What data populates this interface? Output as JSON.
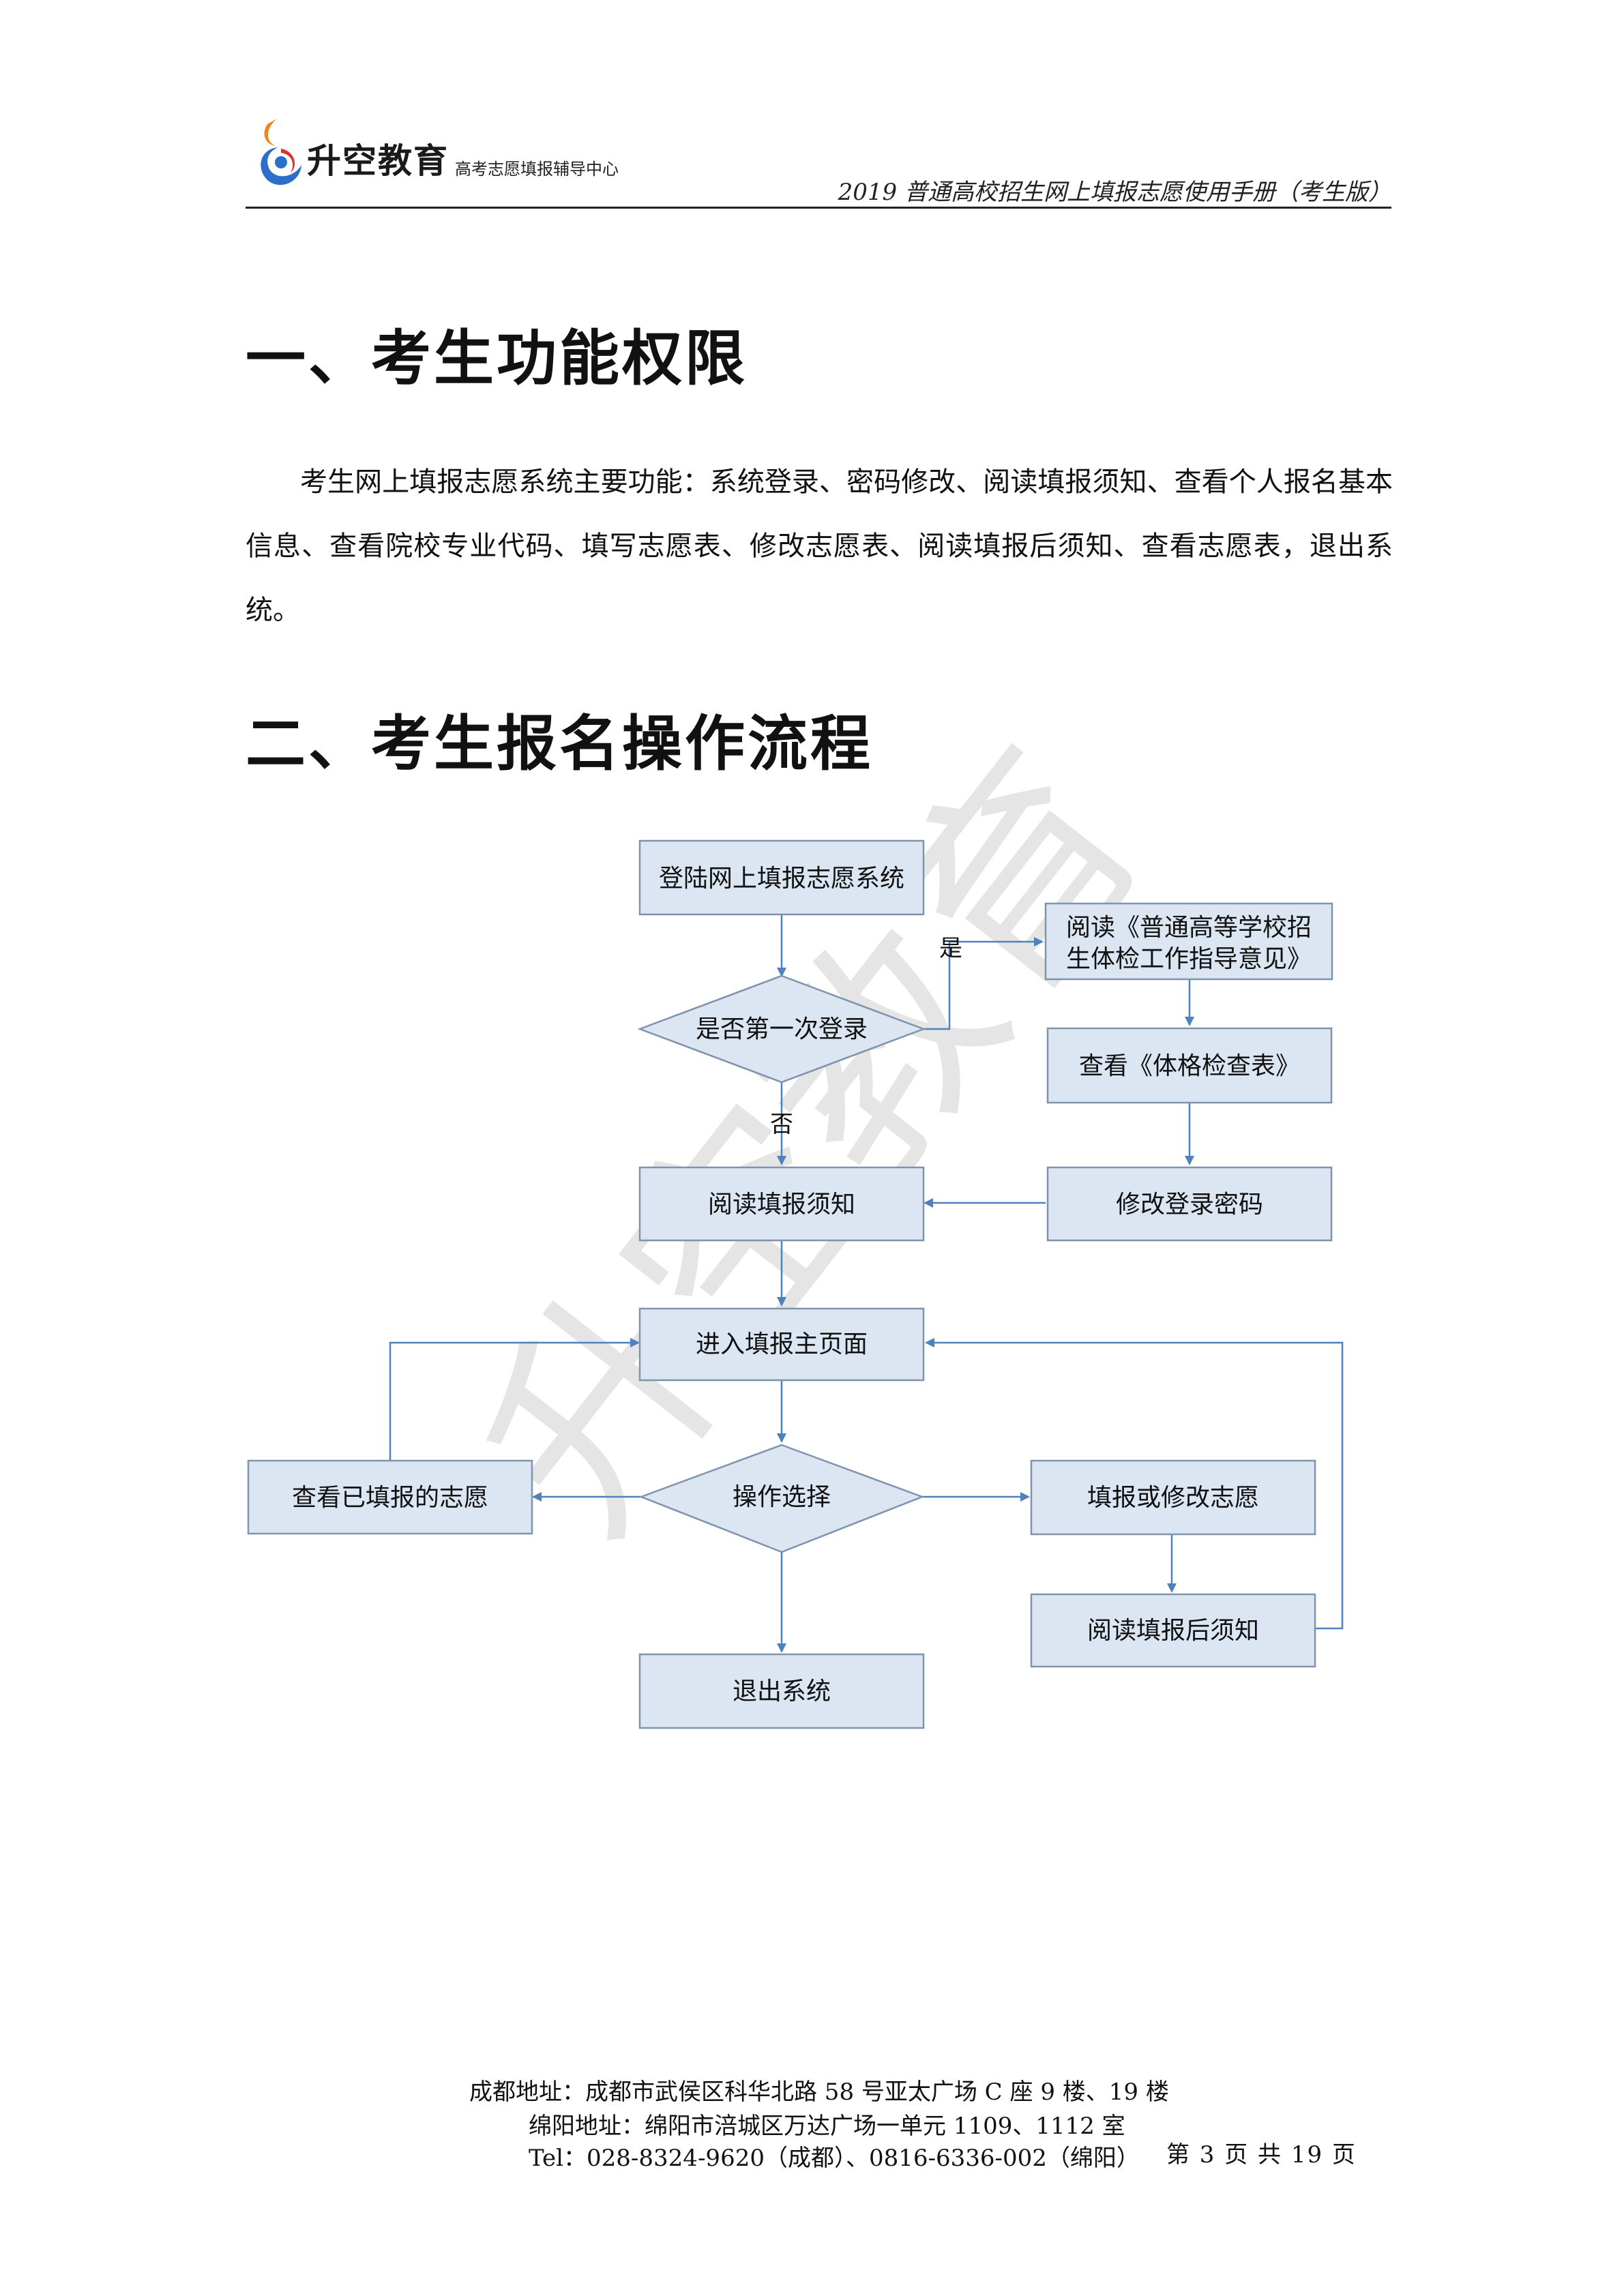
{
  "header": {
    "logo_name": "升空教育",
    "logo_subtitle": "高考志愿填报辅导中心",
    "doc_title": "2019 普通高校招生网上填报志愿使用手册（考生版）"
  },
  "section1": {
    "heading": "一、考生功能权限",
    "paragraph": "考生网上填报志愿系统主要功能：系统登录、密码修改、阅读填报须知、查看个人报名基本信息、查看院校专业代码、填写志愿表、修改志愿表、阅读填报后须知、查看志愿表，退出系统。"
  },
  "section2": {
    "heading": "二、考生报名操作流程"
  },
  "watermark": {
    "text": "升空教育"
  },
  "flowchart": {
    "login": "登陆网上填报志愿系统",
    "first_login_q": "是否第一次登录",
    "yes": "是",
    "no": "否",
    "read_guide_line1": "阅读《普通高等学校招",
    "read_guide_line2": "生体检工作指导意见》",
    "view_exam_form": "查看《体格检查表》",
    "change_password": "修改登录密码",
    "read_notice": "阅读填报须知",
    "main_page": "进入填报主页面",
    "operation_choice": "操作选择",
    "view_filled": "查看已填报的志愿",
    "fill_or_modify": "填报或修改志愿",
    "read_after_notice": "阅读填报后须知",
    "logout": "退出系统"
  },
  "footer": {
    "chengdu_address": "成都地址：成都市武侯区科华北路 58 号亚太广场 C 座 9 楼、19 楼",
    "mianyang_address": "绵阳地址：绵阳市涪城区万达广场一单元 1109、1112 室",
    "tel": "Tel：028-8324-9620（成都）、0816-6336-002（绵阳）",
    "page_info": "第 3 页 共 19 页"
  },
  "colors": {
    "box_fill": "#dce6f2",
    "box_stroke": "#7f93ad",
    "arrow": "#4f81bd"
  }
}
